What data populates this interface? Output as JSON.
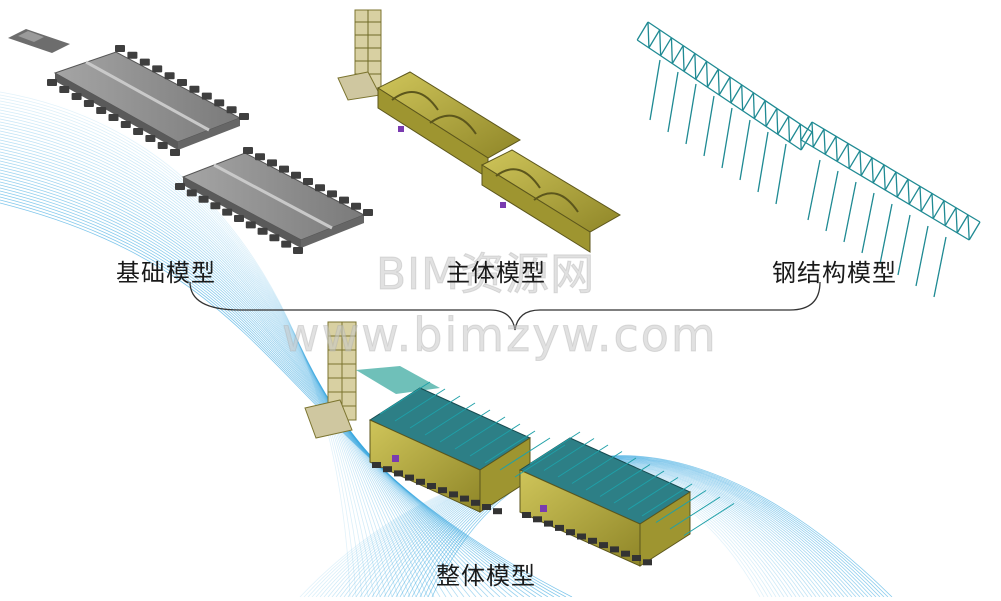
{
  "labels": {
    "foundation": "基础模型",
    "main": "主体模型",
    "steel": "钢结构模型",
    "whole": "整体模型"
  },
  "watermark": {
    "main": "BIM资源网",
    "url": "www.bimzyw.com"
  },
  "colors": {
    "swoosh": "#3aa8e0",
    "concrete": "#8a8a8a",
    "panel": "#b7ad3a",
    "steel": "#1f8a93",
    "accent": "#7a3bb0"
  }
}
